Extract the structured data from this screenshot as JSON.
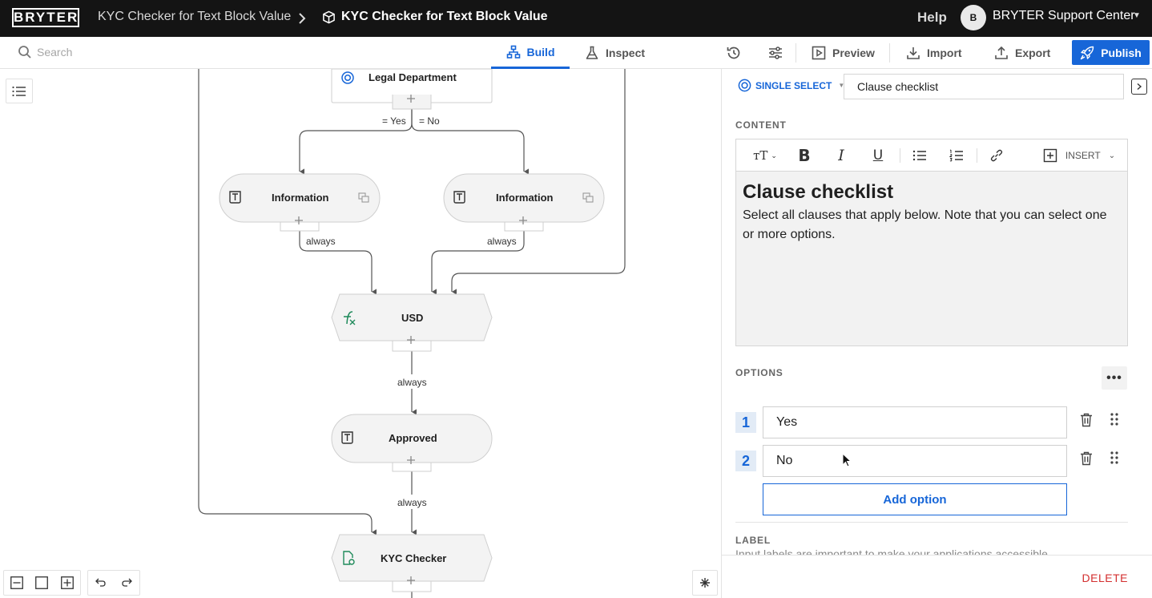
{
  "app": {
    "logo": "BRYTER",
    "breadcrumb": [
      "KYC Checker for Text Block Value",
      "KYC Checker for Text Block Value"
    ],
    "help": "Help",
    "avatar_initial": "B",
    "account": "BRYTER Support Center"
  },
  "toolbar": {
    "search_placeholder": "Search",
    "tabs": [
      {
        "label": "Build",
        "active": true
      },
      {
        "label": "Inspect",
        "active": false
      }
    ],
    "preview": "Preview",
    "import": "Import",
    "export": "Export",
    "publish": "Publish"
  },
  "flow": {
    "nodes": [
      {
        "label": "Legal Department",
        "icon": "radio-icon"
      },
      {
        "label": "Information",
        "icon": "text-block-icon"
      },
      {
        "label": "Information",
        "icon": "text-block-icon"
      },
      {
        "label": "USD",
        "icon": "function-icon"
      },
      {
        "label": "Approved",
        "icon": "text-block-icon"
      },
      {
        "label": "KYC Checker",
        "icon": "document-gear-icon"
      }
    ],
    "edges": [
      "= Yes",
      "= No",
      "always",
      "always",
      "always",
      "always"
    ]
  },
  "panel": {
    "node_type": "SINGLE SELECT",
    "title_value": "Clause checklist",
    "content_label": "CONTENT",
    "insert_label": "INSERT",
    "heading": "Clause checklist",
    "body": "Select all clauses that apply below. Note that you can select one or more options.",
    "options_label": "OPTIONS",
    "options": [
      {
        "number": "1",
        "value": "Yes"
      },
      {
        "number": "2",
        "value": "No"
      }
    ],
    "add_option": "Add option",
    "label_section": "LABEL",
    "label_hint": "Input labels are important to make your applications accessible.",
    "delete": "DELETE"
  },
  "colors": {
    "accent": "#1766d8",
    "topbar": "#141414",
    "danger": "#d32f2f",
    "node_fill": "#f3f3f3"
  }
}
